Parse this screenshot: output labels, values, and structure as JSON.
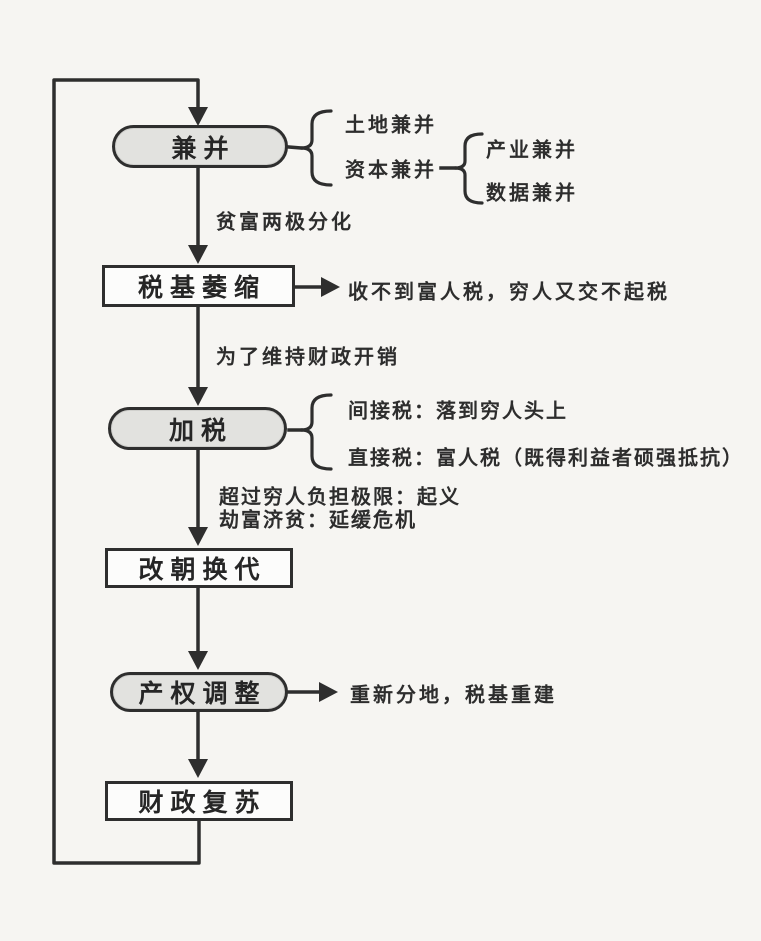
{
  "diagram": {
    "colors": {
      "background": "#f6f5f2",
      "stroke": "#2e2e2e",
      "stadium_fill": "#e2e2df",
      "rect_fill": "#fcfcfb"
    },
    "nodes": [
      {
        "key": "merger",
        "label": "兼并",
        "shape": "stadium"
      },
      {
        "key": "tax-base-shrink",
        "label": "税基萎缩",
        "shape": "rect"
      },
      {
        "key": "tax-increase",
        "label": "加税",
        "shape": "stadium"
      },
      {
        "key": "dynasty-change",
        "label": "改朝换代",
        "shape": "rect"
      },
      {
        "key": "property-rights-adjust",
        "label": "产权调整",
        "shape": "stadium"
      },
      {
        "key": "fiscal-recovery",
        "label": "财政复苏",
        "shape": "rect"
      }
    ],
    "edge_labels": {
      "polarization": "贫富两极分化",
      "maintain_fiscal": "为了维持财政开销",
      "exceed_limit": "超过穷人负担极限：起义",
      "rob_rich": "劫富济贫：延缓危机"
    },
    "side_notes": {
      "tax_base_note": "收不到富人税，穷人又交不起税",
      "property_note": "重新分地，税基重建"
    },
    "merger_branches": {
      "land": "土地兼并",
      "capital": "资本兼并",
      "industry": "产业兼并",
      "data": "数据兼并"
    },
    "tax_branches": {
      "indirect": "间接税：落到穷人头上",
      "direct": "直接税：富人税（既得利益者硕强抵抗）"
    }
  }
}
